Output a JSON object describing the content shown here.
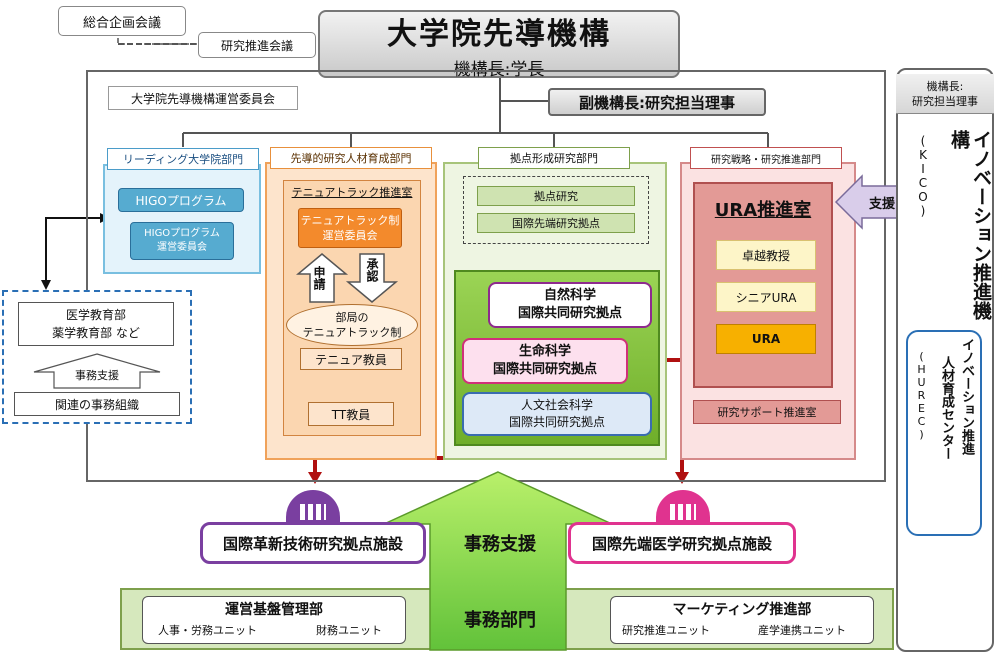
{
  "top": {
    "sogo_kikaku": "総合企画会議",
    "kenkyu_suishin": "研究推進会議",
    "title": "大学院先導機構",
    "subtitle": "機構長:学長"
  },
  "committee": "大学院先導機構運営委員会",
  "vice": "副機構長:研究担当理事",
  "leading": {
    "header": "リーディング大学院部門",
    "higo": "HIGOプログラム",
    "higo_committee_1": "HIGOプログラム",
    "higo_committee_2": "運営委員会"
  },
  "pioneer": {
    "header": "先導的研究人材育成部門",
    "tenure_office": "テニュアトラック推進室",
    "committee_1": "テニュアトラック制",
    "committee_2": "運営委員会",
    "apply": "申請",
    "approve": "承認",
    "dept_1": "部局の",
    "dept_2": "テニュアトラック制",
    "tenure_faculty": "テニュア教員",
    "tt_faculty": "TT教員"
  },
  "hub": {
    "header": "拠点形成研究部門",
    "hub_research": "拠点研究",
    "intl_advanced": "国際先端研究拠点",
    "natural_1": "自然科学",
    "natural_2": "国際共同研究拠点",
    "life_1": "生命科学",
    "life_2": "国際共同研究拠点",
    "humanities_1": "人文社会科学",
    "humanities_2": "国際共同研究拠点"
  },
  "strategy": {
    "header": "研究戦略・研究推進部門",
    "ura_office": "URA推進室",
    "distinguished": "卓越教授",
    "senior_ura": "シニアURA",
    "ura": "URA",
    "support_office": "研究サポート推進室",
    "support_arrow": "支援"
  },
  "left_box": {
    "line1": "医学教育部",
    "line2": "薬学教育部 など",
    "office_support": "事務支援",
    "related": "関連の事務組織"
  },
  "right": {
    "head_1": "機構長:",
    "head_2": "研究担当理事",
    "kico_title": "イノベーション推進機構",
    "kico_abbr": "(KICO)",
    "hurec_title_1": "イノベーション推進",
    "hurec_title_2": "人材育成センター",
    "hurec_abbr": "(HUREC)"
  },
  "bottom": {
    "facility_left": "国際革新技術研究拠点施設",
    "facility_right": "国際先端医学研究拠点施設",
    "office_support": "事務支援",
    "admin_dept": "事務部門",
    "mgmt_title": "運営基盤管理部",
    "mgmt_unit_1": "人事・労務ユニット",
    "mgmt_unit_2": "財務ユニット",
    "marketing_title": "マーケティング推進部",
    "marketing_unit_1": "研究推進ユニット",
    "marketing_unit_2": "産学連携ユニット"
  }
}
